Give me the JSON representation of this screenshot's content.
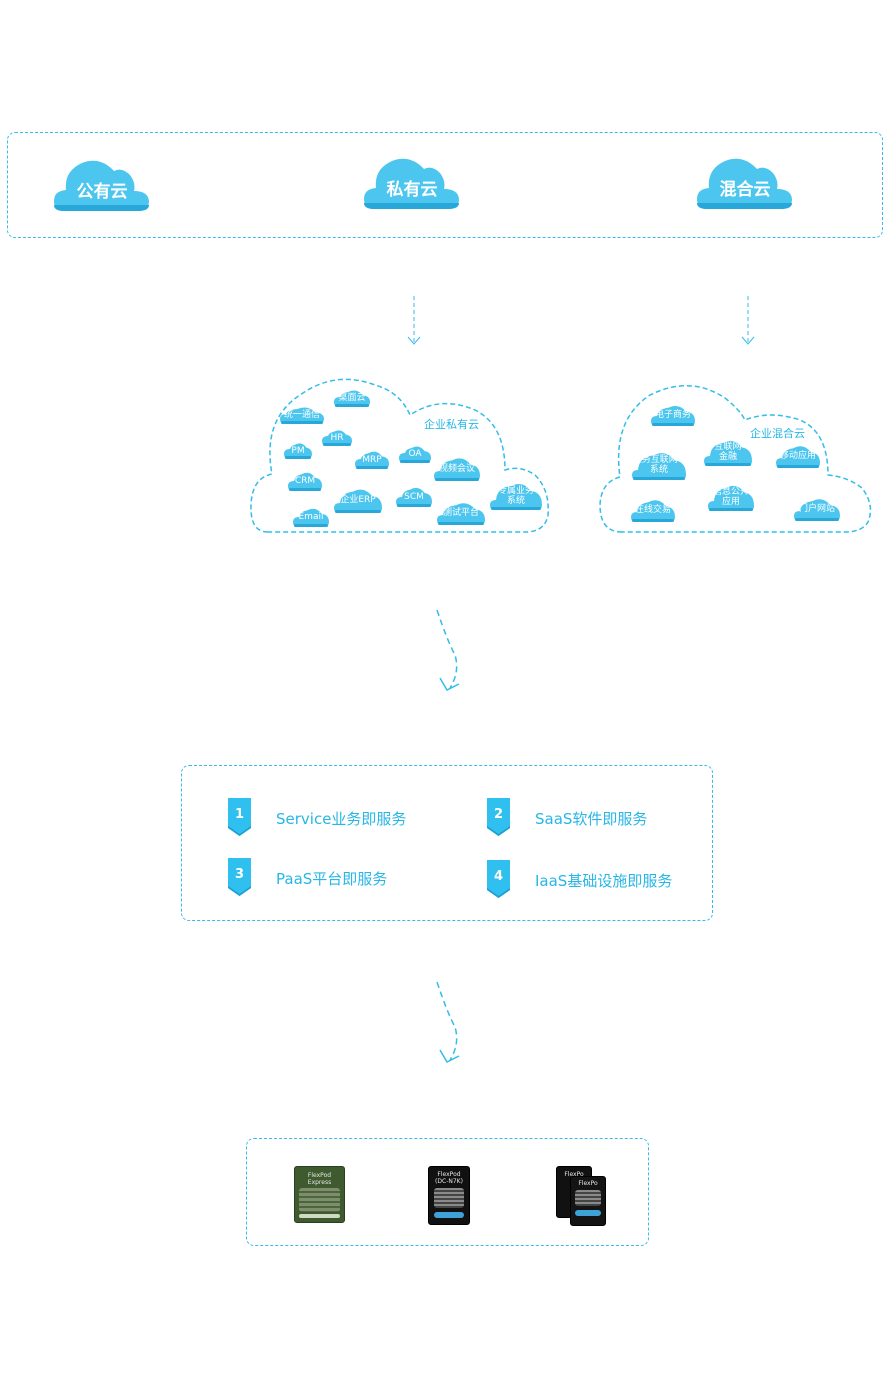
{
  "cloud_types": [
    {
      "label": "公有云"
    },
    {
      "label": "私有云"
    },
    {
      "label": "混合云"
    }
  ],
  "private_cloud": {
    "title": "企业私有云",
    "items": [
      "统一通信",
      "桌面云",
      "PM",
      "HR",
      "MRP",
      "OA",
      "CRM",
      "视频会议",
      "企业ERP",
      "SCM",
      "专属业务\n系统",
      "Email",
      "测试平台"
    ]
  },
  "hybrid_cloud": {
    "title": "企业混合云",
    "items": [
      "电子商务",
      "互联网\n金融",
      "业务互联网+\n系统",
      "移动应用",
      "信息公开\n应用",
      "在线交易",
      "门户网站"
    ]
  },
  "services": [
    {
      "number": "1",
      "label": "Service业务即服务"
    },
    {
      "number": "2",
      "label": "SaaS软件即服务"
    },
    {
      "number": "3",
      "label": "PaaS平台即服务"
    },
    {
      "number": "4",
      "label": "IaaS基础设施即服务"
    }
  ],
  "hardware": [
    {
      "lines": [
        "FlexPod",
        "Express"
      ]
    },
    {
      "lines": [
        "FlexPod",
        "(DC-N7K)"
      ]
    },
    {
      "lines": [
        "FlexPo",
        "FlexPo"
      ]
    }
  ],
  "colors": {
    "accent": "#33bde8",
    "cloud_fill": "#4cc6ef",
    "badge": "#2fc0f0"
  }
}
